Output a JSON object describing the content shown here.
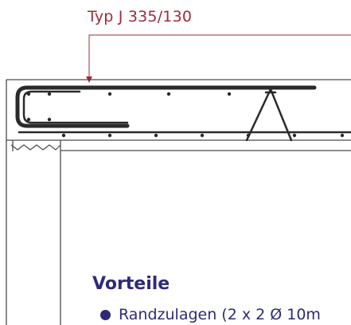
{
  "callout": {
    "label": "Typ J 335/130"
  },
  "advantages": {
    "heading": "Vorteile",
    "items": [
      {
        "text": "Randzulagen (2 x 2 Ø 10m"
      }
    ]
  },
  "colors": {
    "callout": "#9e2a3a",
    "heading": "#2e2a78",
    "bullet": "#2e2a78",
    "bullet_text": "#2e2a78",
    "outline": "#4a4a4a",
    "rebar": "#2a2a2a"
  }
}
